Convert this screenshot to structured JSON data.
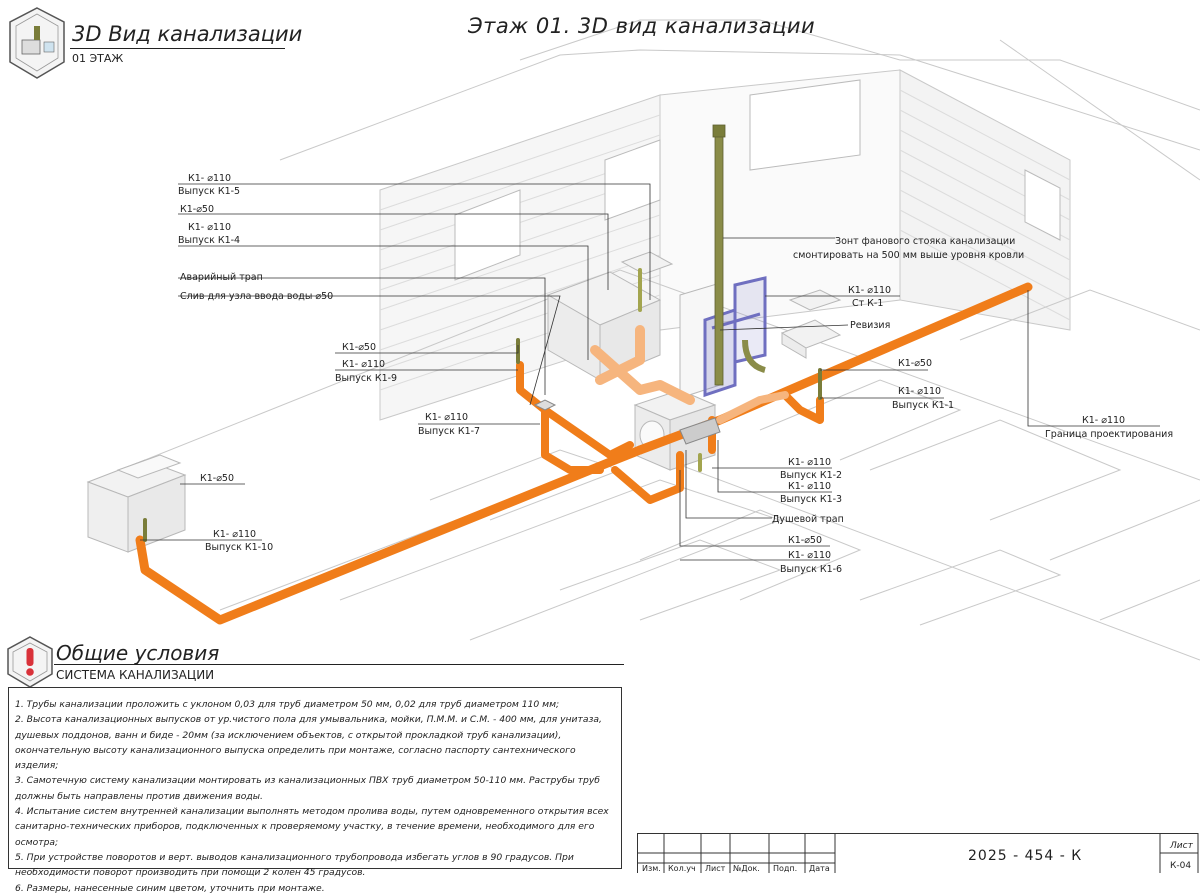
{
  "header": {
    "main_title": "Этаж 01. 3D вид канализации",
    "view_title": "3D Вид канализации",
    "view_floor": "01 ЭТАЖ"
  },
  "callouts": {
    "k1_5_a": "К1- ⌀110",
    "k1_5_b": "Выпуск К1-5",
    "k1_50_top": "К1-⌀50",
    "k1_4_a": "К1- ⌀110",
    "k1_4_b": "Выпуск К1-4",
    "avar": "Аварийный трап",
    "sliv": "Слив для узла ввода воды ⌀50",
    "k1_9_a": "К1-⌀50",
    "k1_9_b": "К1- ⌀110",
    "k1_9_c": "Выпуск К1-9",
    "k1_7_a": "К1- ⌀110",
    "k1_7_b": "Выпуск К1-7",
    "k1_10_50": "К1-⌀50",
    "k1_10_a": "К1- ⌀110",
    "k1_10_b": "Выпуск К1-10",
    "zont_a": "Зонт фанового стояка канализации",
    "zont_b": "смонтировать на 500 мм выше уровня кровли",
    "st_a": "К1- ⌀110",
    "st_b": "Ст К-1",
    "revizia": "Ревизия",
    "k1_1_50": "К1-⌀50",
    "k1_1_a": "К1- ⌀110",
    "k1_1_b": "Выпуск К1-1",
    "granica_a": "К1- ⌀110",
    "granica_b": "Граница проектирования",
    "k1_2_a": "К1- ⌀110",
    "k1_2_b": "Выпуск К1-2",
    "k1_3_a": "К1- ⌀110",
    "k1_3_b": "Выпуск К1-3",
    "dush": "Душевой трап",
    "k1_6_50": "К1-⌀50",
    "k1_6_a": "К1- ⌀110",
    "k1_6_b": "Выпуск К1-6"
  },
  "general": {
    "title": "Общие условия",
    "subtitle": "СИСТЕМА КАНАЛИЗАЦИИ",
    "notes": [
      "1. Трубы канализации проложить с уклоном 0,03 для труб диаметром 50 мм, 0,02 для труб диаметром 110 мм;",
      "2. Высота канализационных выпусков от ур.чистого пола для умывальника, мойки, П.М.М. и С.М. - 400 мм, для унитаза, душевых поддонов, ванн и биде - 20мм (за исключением объектов, с открытой прокладкой труб канализации), окончательную высоту канализационного выпуска определить при монтаже, согласно паспорту сантехнического изделия;",
      "3. Самотечную систему канализации монтировать из канализационных ПВХ труб диаметром 50-110 мм. Раструбы труб должны быть направлены против движения воды.",
      "4. Испытание систем внутренней канализации выполнять методом пролива воды, путем одновременного открытия всех санитарно-технических приборов, подключенных к проверяемому участку, в течение времени, необходимого для его осмотра;",
      "5. При устройстве поворотов и верт. выводов канализационного трубопровода избегать углов в 90 градусов. При необходимости поворот производить при помощи 2 колен 45 градусов.",
      "6. Размеры, нанесенные синим цветом, уточнить при монтаже."
    ]
  },
  "stamp": {
    "code": "2025 - 454 - К",
    "sheet_label": "Лист",
    "sheet_number": "К-04",
    "col_izm": "Изм.",
    "col_kol": "Кол.уч",
    "col_list": "Лист",
    "col_doc": "№Док.",
    "col_podp": "Подп.",
    "col_data": "Дата"
  },
  "colors": {
    "pipe_110": "#f07d1a",
    "pipe_50": "#7a7d3a",
    "riser": "#8a8c48",
    "frame": "#6f6fc0",
    "warning": "#d9323a"
  },
  "icons": {
    "view_badge": "bathroom-icon",
    "general_badge": "warning-icon"
  }
}
